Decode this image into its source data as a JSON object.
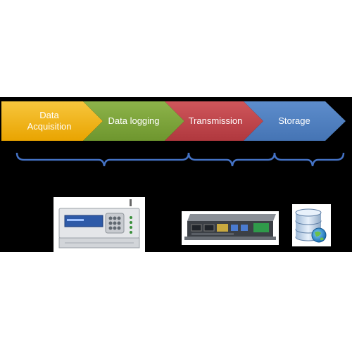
{
  "pipeline": {
    "stages": [
      {
        "label_line1": "Data",
        "label_line2": "Acquisition",
        "color": "#F3B416"
      },
      {
        "label": "Data logging",
        "color": "#7FA73A"
      },
      {
        "label": "Transmission",
        "color": "#C2454B"
      },
      {
        "label": "Storage",
        "color": "#4F81C1"
      }
    ]
  },
  "brace_color": "#4472C4",
  "devices": [
    {
      "icon": "data-logger-device-icon"
    },
    {
      "icon": "industrial-pc-gateway-icon"
    },
    {
      "icon": "database-globe-icon"
    }
  ]
}
